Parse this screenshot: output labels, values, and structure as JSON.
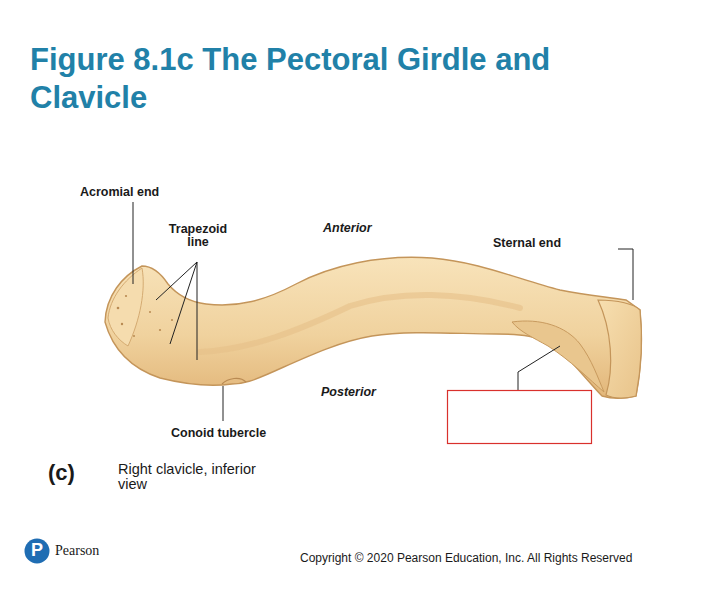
{
  "diagram": {
    "title": "Figure 8.1c The Pectoral Girdle and Clavicle",
    "labels": [
      "Acromial end",
      "Trapezoid line",
      "Anterior",
      "Sternal end",
      "Posterior",
      "Conoid tubercle",
      "(c)",
      "Right clavicle, inferior view",
      "P",
      "Pearson",
      "Copyright © 2020 Pearson Education, Inc. All Rights Reserved"
    ]
  }
}
